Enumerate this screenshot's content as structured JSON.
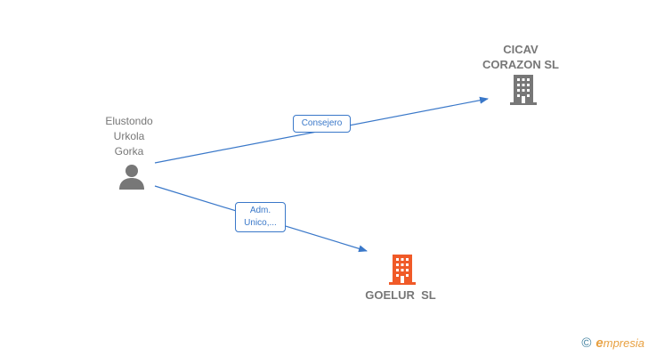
{
  "nodes": {
    "person": {
      "label_lines": [
        "Elustondo",
        "Urkola",
        "Gorka"
      ],
      "icon": "person-icon",
      "color": "#777777"
    },
    "cicav": {
      "label_lines": [
        "CICAV",
        "CORAZON SL"
      ],
      "icon": "building-icon",
      "color": "#777777"
    },
    "goelur": {
      "label": "GOELUR  SL",
      "icon": "building-icon",
      "color": "#f05a28"
    }
  },
  "edges": [
    {
      "from": "person",
      "to": "cicav",
      "label_lines": [
        "Consejero"
      ],
      "color": "#3a78c9"
    },
    {
      "from": "person",
      "to": "goelur",
      "label_lines": [
        "Adm.",
        "Unico,..."
      ],
      "color": "#3a78c9"
    }
  ],
  "brand": {
    "copyright_symbol": "©",
    "initial": "e",
    "rest": "mpresia"
  }
}
